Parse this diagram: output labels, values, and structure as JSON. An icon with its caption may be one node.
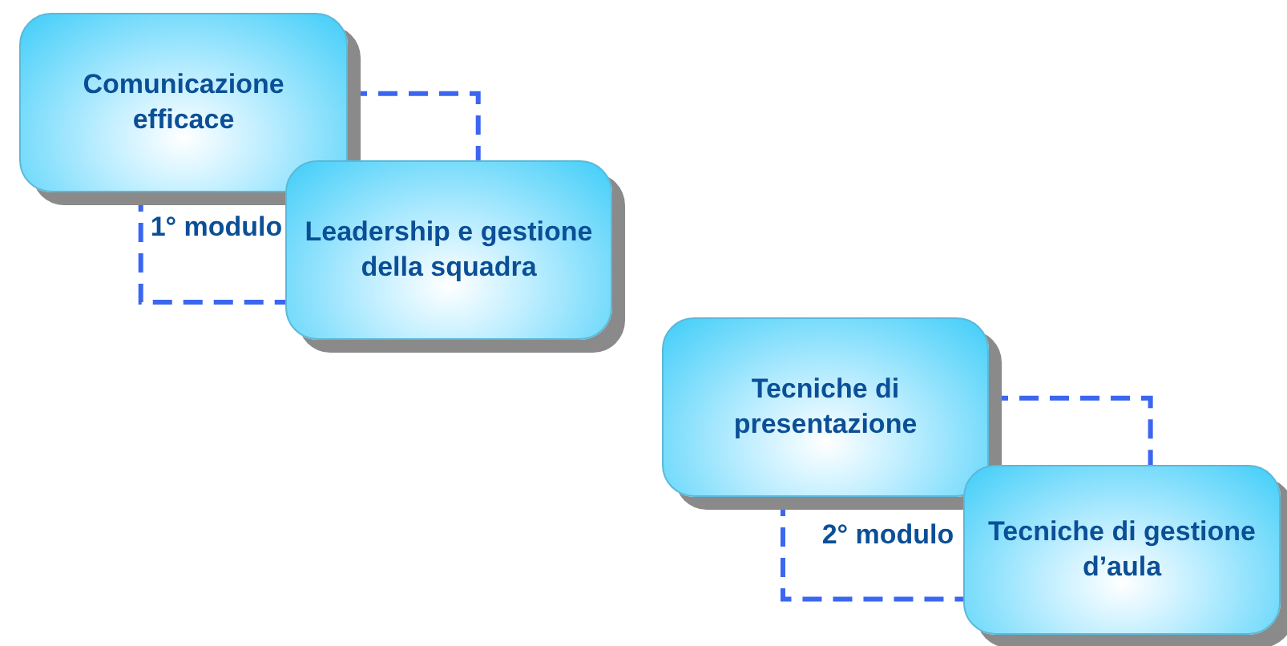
{
  "diagram": {
    "nodes": [
      {
        "text": [
          "Comunicazione efficace"
        ]
      },
      {
        "text": [
          "Leadership e gestione della squadra"
        ]
      },
      {
        "text": [
          "Tecniche di presentazione"
        ]
      },
      {
        "text": [
          "Tecniche di gestione d’aula"
        ]
      }
    ],
    "edges": [
      {
        "from": 0,
        "to": 1,
        "arrow": "none",
        "style": "dashed"
      },
      {
        "from": 0,
        "to": 1,
        "arrow": "none",
        "style": "dashed"
      },
      {
        "from": 2,
        "to": 3,
        "arrow": "none",
        "style": "dashed"
      },
      {
        "from": 2,
        "to": 3,
        "arrow": "none",
        "style": "dashed"
      }
    ],
    "labels": [
      "1° modulo",
      "2° modulo"
    ]
  }
}
